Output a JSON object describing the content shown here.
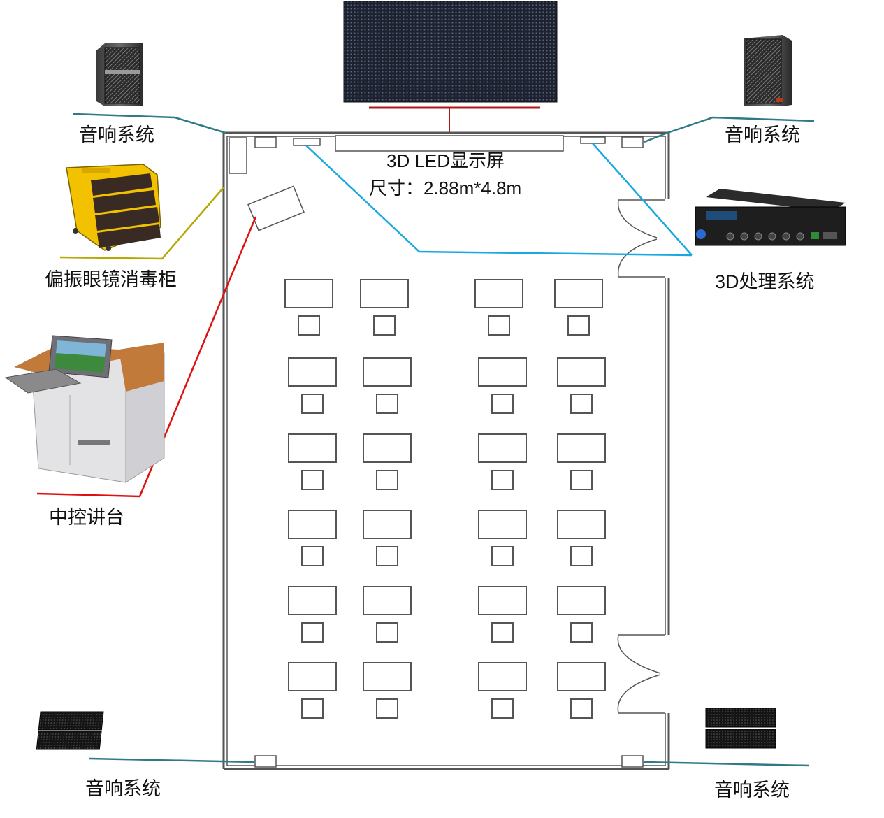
{
  "labels": {
    "speaker_top_left": "音响系统",
    "speaker_top_right": "音响系统",
    "speaker_bottom_left": "音响系统",
    "speaker_bottom_right": "音响系统",
    "glasses_cabinet": "偏振眼镜消毒柜",
    "console": "中控讲台",
    "processor": "3D处理系统",
    "screen_title": "3D LED显示屏",
    "screen_size": "尺寸：2.88m*4.8m"
  },
  "colors": {
    "wall": "#555555",
    "speaker_line": "#2f7a86",
    "processor_line": "#1aa8e0",
    "console_line": "#e01010",
    "cabinet_line": "#b5a800",
    "screen_mount": "#b01818"
  },
  "seating": {
    "rows": 6,
    "columns": 4
  }
}
